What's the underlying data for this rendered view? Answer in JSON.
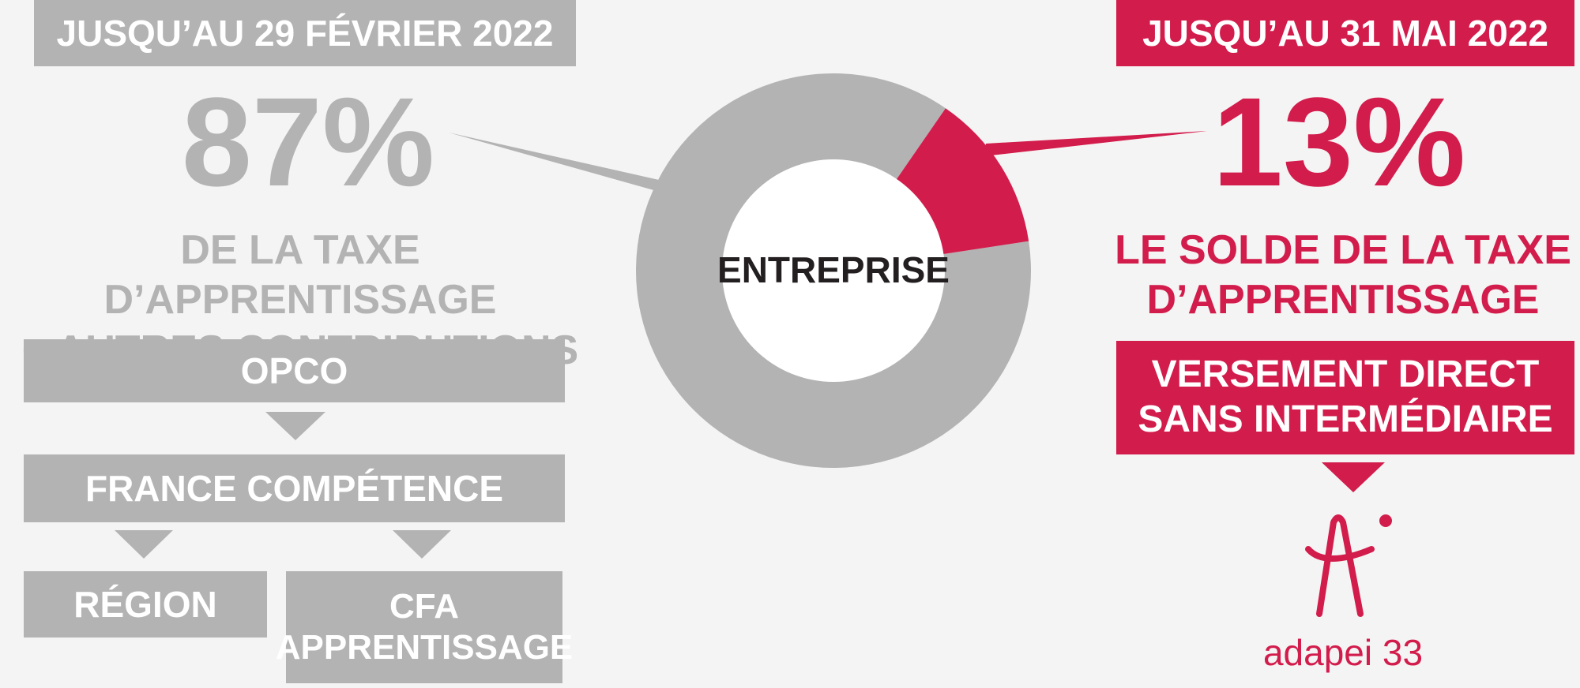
{
  "colors": {
    "grey": "#b3b3b3",
    "pink": "#d21c4c",
    "dark": "#231f20",
    "background": "#f5f4f4"
  },
  "left": {
    "date_banner": "JUSQU’AU 29 FÉVRIER 2022",
    "percent": "87%",
    "description_line1": "DE LA TAXE D’APPRENTISSAGE",
    "description_line2": "+ AUTRES CONTRIBUTIONS",
    "flow": {
      "opco": "OPCO",
      "france_competence": "FRANCE COMPÉTENCE",
      "region": "RÉGION",
      "cfa_line1": "CFA",
      "cfa_line2": "APPRENTISSAGE"
    }
  },
  "center": {
    "label": "ENTREPRISE"
  },
  "right": {
    "date_banner": "JUSQU’AU 31 MAI 2022",
    "percent": "13%",
    "description_line1": "LE SOLDE DE LA TAXE",
    "description_line2": "D’APPRENTISSAGE",
    "action_line1": "VERSEMENT DIRECT",
    "action_line2": "SANS INTERMÉDIAIRE",
    "logo_text": "adapei 33"
  },
  "chart_data": {
    "type": "pie",
    "categories": [
      "87%",
      "13%"
    ],
    "values": [
      87,
      13
    ],
    "title": "",
    "center_label": "ENTREPRISE",
    "colors": [
      "#b3b3b3",
      "#d21c4c"
    ]
  }
}
